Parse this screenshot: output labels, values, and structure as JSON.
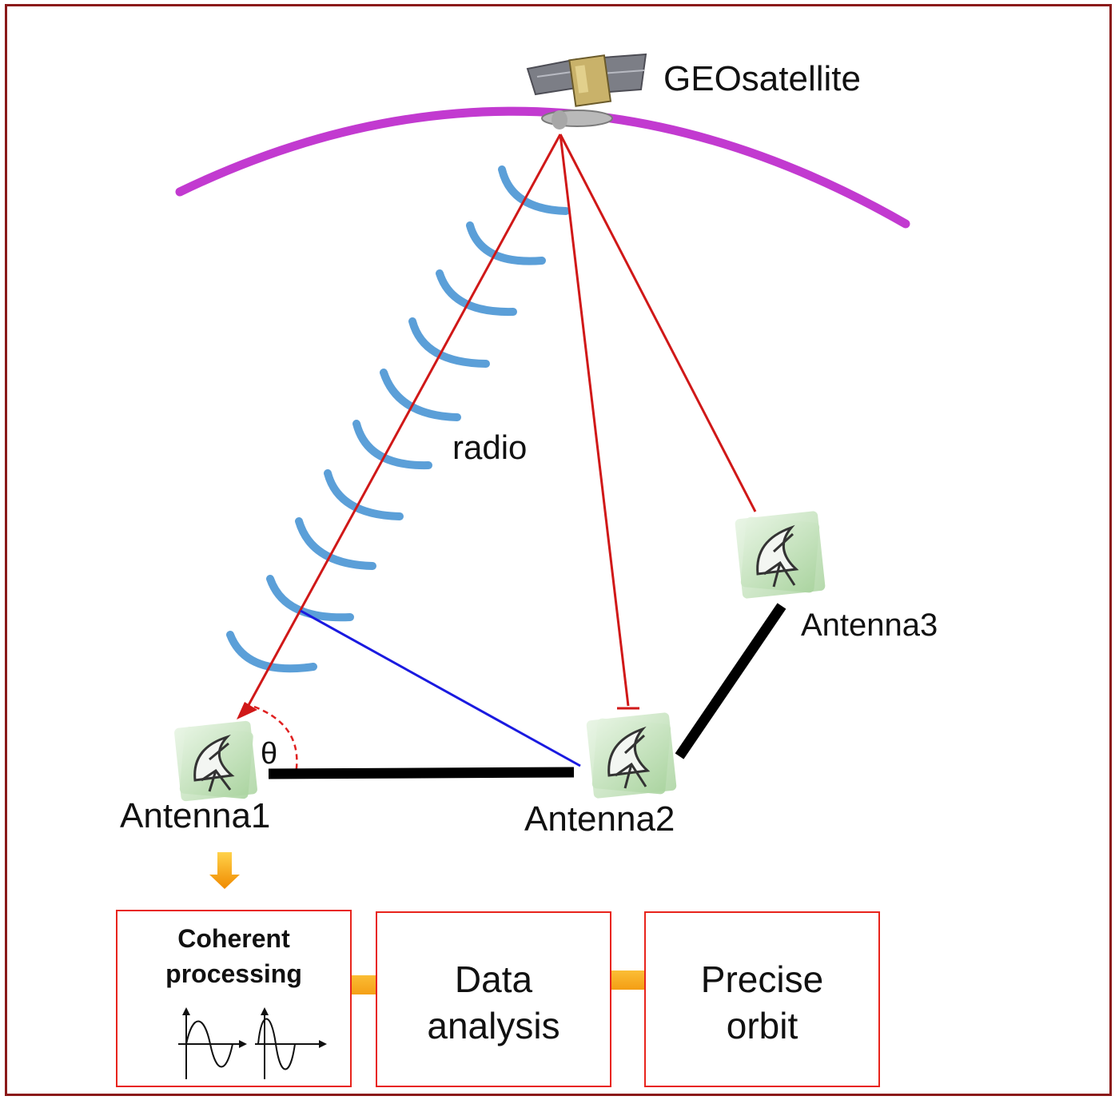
{
  "labels": {
    "satellite": "GEOsatellite",
    "radio": "radio",
    "antenna1": "Antenna1",
    "antenna2": "Antenna2",
    "antenna3": "Antenna3",
    "theta": "θ"
  },
  "process": {
    "coherent": {
      "line1": "Coherent",
      "line2": "processing"
    },
    "data": {
      "line1": "Data",
      "line2": "analysis"
    },
    "orbit": {
      "line1": "Precise",
      "line2": "orbit"
    }
  },
  "colors": {
    "frame": "#8b1a1a",
    "orbit_arc": "#c23ad0",
    "signal_line": "#d01818",
    "radio_waves": "#5b9fd8",
    "projection_line": "#1a1ae0",
    "baseline": "#000000",
    "process_box": "#e8241c",
    "flow_arrow": "#f5a000",
    "antenna_bg": "#cfe8c8"
  },
  "icons": {
    "satellite": "satellite-icon",
    "antenna": "satellite-dish-icon",
    "waveform": "sine-wave-icon"
  }
}
